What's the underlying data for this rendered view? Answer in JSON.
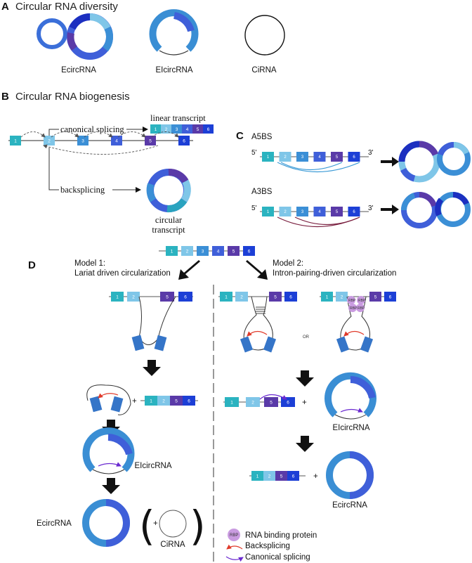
{
  "panel_a": {
    "letter": "A",
    "title": "Circular RNA diversity",
    "labels": [
      "EcircRNA",
      "EIcircRNA",
      "CiRNA"
    ]
  },
  "panel_b": {
    "letter": "B",
    "title": "Circular RNA biogenesis",
    "linear_transcript": "linear transcript",
    "canonical_splicing": "canonical splicing",
    "backsplicing": "backsplicing",
    "circular_line1": "circular",
    "circular_line2": "transcript",
    "exons": [
      "1",
      "2",
      "3",
      "4",
      "5",
      "6"
    ]
  },
  "panel_c": {
    "letter": "C",
    "a5bs": "A5BS",
    "a3bs": "A3BS",
    "five_prime": "5'",
    "three_prime": "3'"
  },
  "panel_d": {
    "letter": "D",
    "model1_line1": "Model 1:",
    "model1_line2": "Lariat driven circularization",
    "model2_line1": "Model 2:",
    "model2_line2": "Intron-pairing-driven circularization",
    "or": "OR",
    "rbp": "RBP",
    "plus": "+",
    "eicirc": "EIcircRNA",
    "ecirc": "EcircRNA",
    "cirna": "CiRNA",
    "legend": [
      {
        "key": "rbp",
        "label": "RNA binding protein"
      },
      {
        "key": "backsplicing",
        "label": "Backsplicing"
      },
      {
        "key": "canonical",
        "label": "Canonical splicing"
      }
    ]
  },
  "colors": {
    "exon1": "#2bb3c0",
    "exon2": "#7fc6e8",
    "exon3": "#3b8fd6",
    "exon4": "#3f5fd9",
    "exon5": "#5a3aa8",
    "exon6": "#1c3fd6",
    "intron_block": "#3575c8",
    "backsplice_arrow": "#e03a2a",
    "canonical_arrow": "#6a2ad0",
    "rbp": "#c99be0",
    "a5bs_arc": "#3a9ad6",
    "a3bs_arc": "#7a2040"
  }
}
